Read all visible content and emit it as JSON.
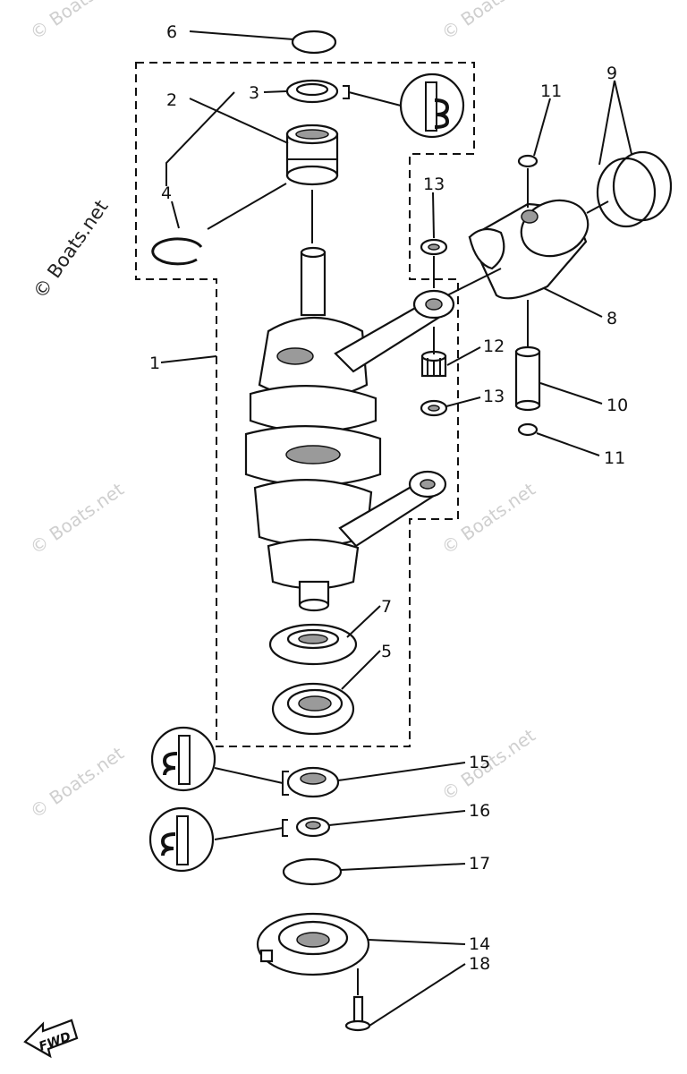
{
  "watermark": "© Boats.net",
  "direction_label": "FWD",
  "callouts": [
    {
      "id": "c1",
      "num": "1",
      "part": "crankshaft-assembly"
    },
    {
      "id": "c2",
      "num": "2",
      "part": "needle-bearing"
    },
    {
      "id": "c3",
      "num": "3",
      "part": "oil-seal-top"
    },
    {
      "id": "c4",
      "num": "4",
      "part": "circlip"
    },
    {
      "id": "c5",
      "num": "5",
      "part": "ball-bearing"
    },
    {
      "id": "c6",
      "num": "6",
      "part": "labyrinth-seal"
    },
    {
      "id": "c7",
      "num": "7",
      "part": "o-ring-top"
    },
    {
      "id": "c8",
      "num": "8",
      "part": "piston"
    },
    {
      "id": "c9",
      "num": "9",
      "part": "piston-ring-set"
    },
    {
      "id": "c10",
      "num": "10",
      "part": "piston-pin"
    },
    {
      "id": "c11a",
      "num": "11",
      "part": "pin-clip-upper"
    },
    {
      "id": "c11b",
      "num": "11",
      "part": "pin-clip-lower"
    },
    {
      "id": "c12",
      "num": "12",
      "part": "needle-bearing-small-end"
    },
    {
      "id": "c13a",
      "num": "13",
      "part": "washer-upper"
    },
    {
      "id": "c13b",
      "num": "13",
      "part": "washer-lower"
    },
    {
      "id": "c14",
      "num": "14",
      "part": "lower-bearing-housing"
    },
    {
      "id": "c15",
      "num": "15",
      "part": "oil-seal-lower-large"
    },
    {
      "id": "c16",
      "num": "16",
      "part": "oil-seal-lower-small"
    },
    {
      "id": "c17",
      "num": "17",
      "part": "o-ring-lower"
    },
    {
      "id": "c18",
      "num": "18",
      "part": "bolt"
    }
  ]
}
